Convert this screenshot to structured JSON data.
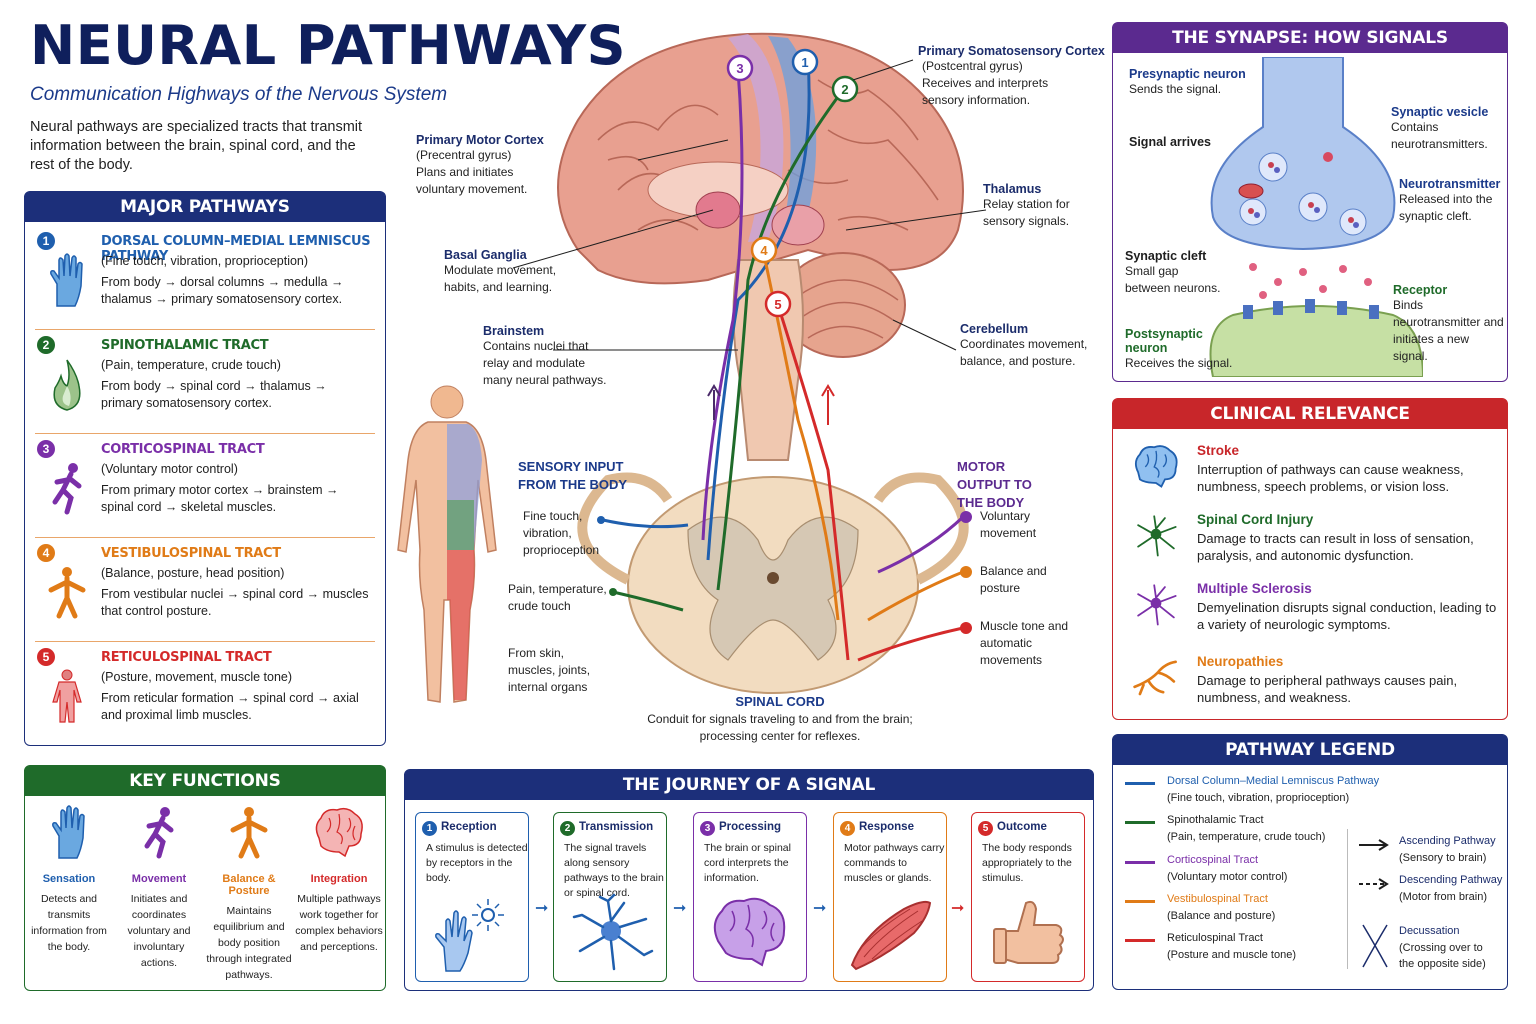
{
  "header": {
    "title": "NEURAL PATHWAYS",
    "subtitle": "Communication Highways of the Nervous System",
    "intro": "Neural pathways are specialized tracts that transmit information between the brain, spinal cord, and the rest of the body."
  },
  "colors": {
    "navy": "#1c2f7a",
    "dorsal": "#1f5fae",
    "spinothalamic": "#1f6b2a",
    "corticospinal": "#7a2fa8",
    "vestibulospinal": "#e07b17",
    "reticulospinal": "#d42a2a",
    "key_functions_head": "#1f6b2a",
    "clinical_head": "#c8262a",
    "synapse_head": "#5b2a8f"
  },
  "major_pathways": {
    "heading": "MAJOR PATHWAYS",
    "items": [
      {
        "num": "1",
        "name": "DORSAL COLUMN–MEDIAL LEMNISCUS PATHWAY",
        "sub": "(Fine touch, vibration, proprioception)",
        "route": "From body → dorsal columns → medulla → thalamus → primary somatosensory cortex.",
        "icon": "hand-icon"
      },
      {
        "num": "2",
        "name": "SPINOTHALAMIC TRACT",
        "sub": "(Pain, temperature, crude touch)",
        "route": "From body → spinal cord → thalamus → primary somatosensory cortex.",
        "icon": "flame-icon"
      },
      {
        "num": "3",
        "name": "CORTICOSPINAL TRACT",
        "sub": "(Voluntary motor control)",
        "route": "From primary motor cortex → brainstem → spinal cord → skeletal muscles.",
        "icon": "running-figure-icon"
      },
      {
        "num": "4",
        "name": "VESTIBULOSPINAL TRACT",
        "sub": "(Balance, posture, head position)",
        "route": "From vestibular nuclei → spinal cord → muscles that control posture.",
        "icon": "balance-figure-icon"
      },
      {
        "num": "5",
        "name": "RETICULOSPINAL TRACT",
        "sub": "(Posture, movement, muscle tone)",
        "route": "From reticular formation → spinal cord → axial and proximal limb muscles.",
        "icon": "muscle-body-icon"
      }
    ]
  },
  "key_functions": {
    "heading": "KEY FUNCTIONS",
    "items": [
      {
        "name": "Sensation",
        "desc": "Detects and transmits information from the body.",
        "icon": "hand-icon"
      },
      {
        "name": "Movement",
        "desc": "Initiates and coordinates voluntary and involuntary actions.",
        "icon": "running-figure-icon"
      },
      {
        "name": "Balance & Posture",
        "desc": "Maintains equilibrium and body position through integrated pathways.",
        "icon": "balance-figure-icon"
      },
      {
        "name": "Integration",
        "desc": "Multiple pathways work together for complex behaviors and perceptions.",
        "icon": "brain-icon"
      }
    ]
  },
  "brain_labels": {
    "somatosensory": {
      "title": "Primary Somatosensory Cortex",
      "sub1": "(Postcentral gyrus)",
      "sub2": "Receives and interprets sensory information."
    },
    "motor": {
      "title": "Primary Motor Cortex",
      "sub1": "(Precentral gyrus)",
      "sub2": "Plans and initiates voluntary movement."
    },
    "thalamus": {
      "title": "Thalamus",
      "sub": "Relay station for sensory signals."
    },
    "basal": {
      "title": "Basal Ganglia",
      "sub": "Modulate movement, habits, and learning."
    },
    "brainstem": {
      "title": "Brainstem",
      "sub": "Contains nuclei that relay and modulate many neural pathways."
    },
    "cerebellum": {
      "title": "Cerebellum",
      "sub": "Coordinates movement, balance, and posture."
    },
    "sensory_input": "SENSORY INPUT FROM THE BODY",
    "motor_output": "MOTOR OUTPUT TO THE BODY",
    "fine_touch": "Fine touch, vibration, proprioception",
    "pain_temp": "Pain, temperature, crude touch",
    "from_skin": "From skin, muscles, joints, internal organs",
    "voluntary": "Voluntary movement",
    "balance_posture": "Balance and posture",
    "muscle_tone": "Muscle tone and automatic movements",
    "spinal_cord_title": "SPINAL CORD",
    "spinal_cord_sub": "Conduit for signals traveling to and from the brain; processing center for reflexes.",
    "markers": [
      "1",
      "2",
      "3",
      "4",
      "5"
    ]
  },
  "journey": {
    "heading": "THE JOURNEY OF A SIGNAL",
    "steps": [
      {
        "num": "1",
        "name": "Reception",
        "desc": "A stimulus is detected by receptors in the body.",
        "icon": "hand-stimulus-icon"
      },
      {
        "num": "2",
        "name": "Transmission",
        "desc": "The signal travels along sensory pathways to the brain or spinal cord.",
        "icon": "neuron-icon"
      },
      {
        "num": "3",
        "name": "Processing",
        "desc": "The brain or spinal cord interprets the information.",
        "icon": "brain-icon"
      },
      {
        "num": "4",
        "name": "Response",
        "desc": "Motor pathways carry commands to muscles or glands.",
        "icon": "muscle-icon"
      },
      {
        "num": "5",
        "name": "Outcome",
        "desc": "The body responds appropriately to the stimulus.",
        "icon": "thumbs-up-icon"
      }
    ]
  },
  "synapse": {
    "heading": "THE SYNAPSE: HOW SIGNALS COMMUNICATE",
    "presynaptic": {
      "title": "Presynaptic neuron",
      "sub": "Sends the signal."
    },
    "signal_arrives": "Signal arrives",
    "vesicle": {
      "title": "Synaptic vesicle",
      "sub": "Contains neurotransmitters."
    },
    "neurotransmitter": {
      "title": "Neurotransmitter",
      "sub": "Released into the synaptic cleft."
    },
    "cleft": {
      "title": "Synaptic cleft",
      "sub": "Small gap between neurons."
    },
    "receptor": {
      "title": "Receptor",
      "sub": "Binds neurotransmitter and initiates a new signal."
    },
    "postsynaptic": {
      "title": "Postsynaptic neuron",
      "sub": "Receives the signal."
    }
  },
  "clinical": {
    "heading": "CLINICAL RELEVANCE",
    "items": [
      {
        "name": "Stroke",
        "desc": "Interruption of pathways can cause weakness, numbness, speech problems, or vision loss.",
        "icon": "brain-icon"
      },
      {
        "name": "Spinal Cord Injury",
        "desc": "Damage to tracts can result in loss of sensation, paralysis, and autonomic dysfunction.",
        "icon": "neuron-icon"
      },
      {
        "name": "Multiple Sclerosis",
        "desc": "Demyelination disrupts signal conduction, leading to a variety of neurologic symptoms.",
        "icon": "neuron-icon"
      },
      {
        "name": "Neuropathies",
        "desc": "Damage to peripheral pathways causes pain, numbness, and weakness.",
        "icon": "nerve-icon"
      }
    ]
  },
  "legend": {
    "heading": "PATHWAY LEGEND",
    "items": [
      {
        "name": "Dorsal Column–Medial Lemniscus Pathway",
        "sub": "(Fine touch, vibration, proprioception)"
      },
      {
        "name": "Spinothalamic Tract",
        "sub": "(Pain, temperature, crude touch)"
      },
      {
        "name": "Corticospinal Tract",
        "sub": "(Voluntary motor control)"
      },
      {
        "name": "Vestibulospinal Tract",
        "sub": "(Balance and posture)"
      },
      {
        "name": "Reticulospinal Tract",
        "sub": "(Posture and muscle tone)"
      }
    ],
    "ascending": {
      "name": "Ascending Pathway",
      "sub": "(Sensory to brain)"
    },
    "descending": {
      "name": "Descending Pathway",
      "sub": "(Motor from brain)"
    },
    "decussation": {
      "name": "Decussation",
      "sub1": "(Crossing over to",
      "sub2": "the opposite side)"
    }
  }
}
